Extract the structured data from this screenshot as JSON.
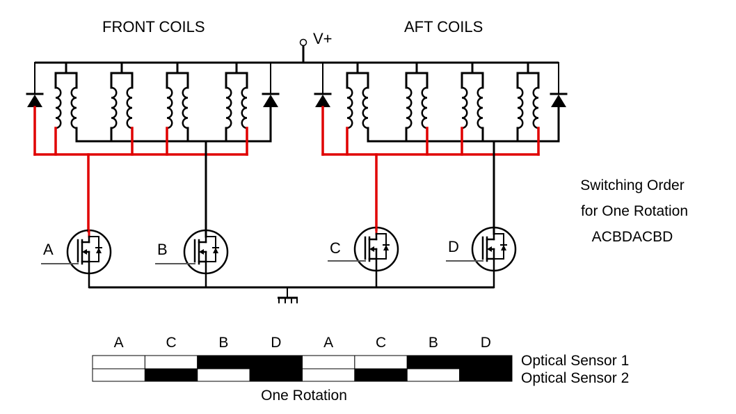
{
  "diagram": {
    "front_title": "FRONT COILS",
    "aft_title": "AFT COILS",
    "supply_label": "V+",
    "mosfets": [
      {
        "id": "A",
        "label": "A",
        "group": "front",
        "drain_wire_color": "#e00000"
      },
      {
        "id": "B",
        "label": "B",
        "group": "front",
        "drain_wire_color": "#000000"
      },
      {
        "id": "C",
        "label": "C",
        "group": "aft",
        "drain_wire_color": "#e00000"
      },
      {
        "id": "D",
        "label": "D",
        "group": "aft",
        "drain_wire_color": "#000000"
      }
    ],
    "coil_groups": [
      {
        "name": "front",
        "coils_per_group": 4,
        "diodes": 2
      },
      {
        "name": "aft",
        "coils_per_group": 4,
        "diodes": 2
      }
    ],
    "colors": {
      "wire": "#000000",
      "phase_wire": "#e00000",
      "background": "#ffffff"
    },
    "switching_note": {
      "line1": "Switching Order",
      "line2": "for One Rotation",
      "line3": "ACBDACBD"
    },
    "encoder": {
      "segment_labels": [
        "A",
        "C",
        "B",
        "D",
        "A",
        "C",
        "B",
        "D"
      ],
      "sensor1": {
        "label": "Optical Sensor 1",
        "pattern": [
          0,
          0,
          1,
          1,
          0,
          0,
          1,
          1
        ]
      },
      "sensor2": {
        "label": "Optical Sensor 2",
        "pattern": [
          0,
          1,
          0,
          1,
          0,
          1,
          0,
          1
        ]
      },
      "span_label": "One Rotation"
    }
  }
}
